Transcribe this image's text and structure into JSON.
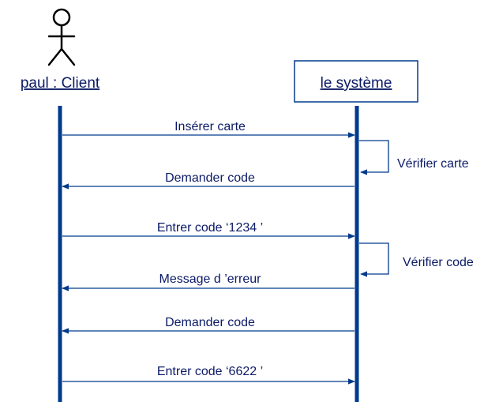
{
  "diagram": {
    "type": "sequence-diagram",
    "line_color": "#003a8c",
    "text_color": "#0b1a66",
    "participants": [
      {
        "id": "client",
        "label": "paul : Client",
        "kind": "actor",
        "underlined": true
      },
      {
        "id": "system",
        "label": "le système",
        "kind": "object-box",
        "underlined": true
      }
    ],
    "messages": [
      {
        "id": "m1",
        "from": "client",
        "to": "system",
        "label": "Insérer carte"
      },
      {
        "id": "m2",
        "from": "system",
        "to": "system",
        "label": "Vérifier carte",
        "self": true
      },
      {
        "id": "m3",
        "from": "system",
        "to": "client",
        "label": "Demander code"
      },
      {
        "id": "m4",
        "from": "client",
        "to": "system",
        "label": "Entrer code ‘1234 ’"
      },
      {
        "id": "m5",
        "from": "system",
        "to": "system",
        "label": "Vérifier code",
        "self": true
      },
      {
        "id": "m6",
        "from": "system",
        "to": "client",
        "label": "Message d ’erreur"
      },
      {
        "id": "m7",
        "from": "system",
        "to": "client",
        "label": "Demander code"
      },
      {
        "id": "m8",
        "from": "client",
        "to": "system",
        "label": "Entrer code ‘6622 ’"
      }
    ]
  }
}
